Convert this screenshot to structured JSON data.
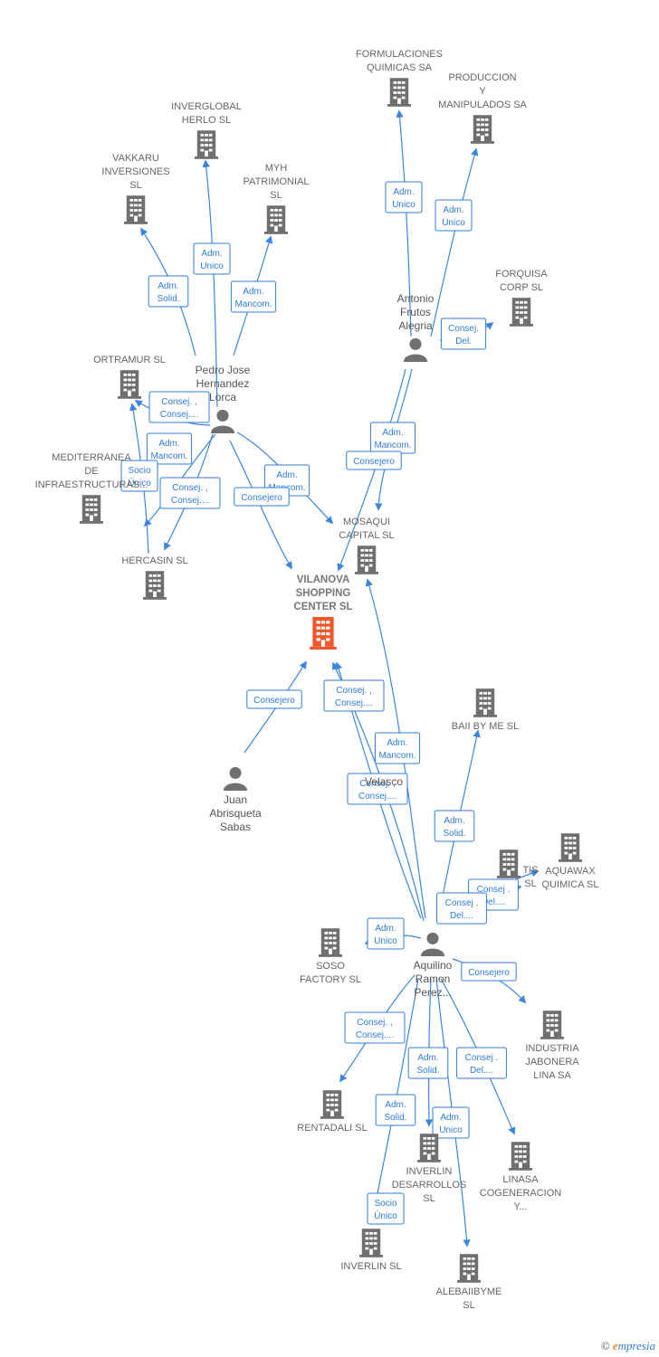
{
  "colors": {
    "company": "#6f6f6f",
    "main_company": "#f0572a",
    "person": "#707070",
    "edge": "#3b86dc"
  },
  "companies": [
    {
      "id": "vilanova",
      "lines": [
        "VILANOVA",
        "SHOPPING",
        "CENTER  SL"
      ],
      "main": true
    },
    {
      "id": "formulaciones",
      "lines": [
        "FORMULACIONES",
        "QUIMICAS SA"
      ]
    },
    {
      "id": "produccion",
      "lines": [
        "PRODUCCION",
        "Y",
        "MANIPULADOS SA"
      ]
    },
    {
      "id": "inverglobal",
      "lines": [
        "INVERGLOBAL",
        "HERLO  SL"
      ]
    },
    {
      "id": "vakkaru",
      "lines": [
        "VAKKARU",
        "INVERSIONES",
        "SL"
      ]
    },
    {
      "id": "myh",
      "lines": [
        "MYH",
        "PATRIMONIAL",
        "SL"
      ]
    },
    {
      "id": "forquisa",
      "lines": [
        "FORQUISA",
        "CORP  SL"
      ]
    },
    {
      "id": "ortramur",
      "lines": [
        "ORTRAMUR  SL"
      ]
    },
    {
      "id": "mediterranea",
      "lines": [
        "MEDITERRANEA",
        "DE",
        "INFRAESTRUCTURAS..."
      ]
    },
    {
      "id": "hercasin",
      "lines": [
        "HERCASIN  SL"
      ]
    },
    {
      "id": "mosaqui",
      "lines": [
        "MOSAQUI",
        "CAPITAL  SL"
      ]
    },
    {
      "id": "baii",
      "lines": [
        "BAII BY ME  SL"
      ]
    },
    {
      "id": "aquawax",
      "lines": [
        "AQUAWAX",
        "QUIMICA SL"
      ]
    },
    {
      "id": "partial",
      "lines": [
        "TIS",
        "SL"
      ]
    },
    {
      "id": "soso",
      "lines": [
        "SOSO",
        "FACTORY  SL"
      ]
    },
    {
      "id": "industria",
      "lines": [
        "INDUSTRIA",
        "JABONERA",
        "LINA SA"
      ]
    },
    {
      "id": "rentadali",
      "lines": [
        "RENTADALI  SL"
      ]
    },
    {
      "id": "inverlin_des",
      "lines": [
        "INVERLIN",
        "DESARROLLOS",
        "SL"
      ]
    },
    {
      "id": "linasa",
      "lines": [
        "LINASA",
        "COGENERACION",
        "Y..."
      ]
    },
    {
      "id": "inverlin",
      "lines": [
        "INVERLIN SL"
      ]
    },
    {
      "id": "alebaiibyme",
      "lines": [
        "ALEBAIIBYME",
        "SL"
      ]
    }
  ],
  "persons": [
    {
      "id": "antonio",
      "lines": [
        "Antonio",
        "Frutos",
        "Alegria"
      ]
    },
    {
      "id": "pedro",
      "lines": [
        "Pedro Jose",
        "Hernandez",
        "Lorca"
      ]
    },
    {
      "id": "juan",
      "lines": [
        "Juan",
        "Abrisqueta",
        "Sabas"
      ]
    },
    {
      "id": "velasco",
      "lines": [
        "Velasco"
      ]
    },
    {
      "id": "aquilino",
      "lines": [
        "Aquilino",
        "Ramon",
        "Perez..."
      ]
    }
  ],
  "edge_labels": [
    {
      "id": "l1",
      "lines": [
        "Adm.",
        "Unico"
      ]
    },
    {
      "id": "l2",
      "lines": [
        "Adm.",
        "Unico"
      ]
    },
    {
      "id": "l3",
      "lines": [
        "Consej.",
        "Del."
      ]
    },
    {
      "id": "l4",
      "lines": [
        "Adm.",
        "Mancom."
      ]
    },
    {
      "id": "l5",
      "lines": [
        "Consejero"
      ]
    },
    {
      "id": "l6",
      "lines": [
        "Adm.",
        "Unico"
      ]
    },
    {
      "id": "l7",
      "lines": [
        "Adm.",
        "Solid."
      ]
    },
    {
      "id": "l8",
      "lines": [
        "Adm.",
        "Mancom."
      ]
    },
    {
      "id": "l9",
      "lines": [
        "Consej. ,",
        "Consej...."
      ]
    },
    {
      "id": "l10",
      "lines": [
        "Adm.",
        "Mancom."
      ]
    },
    {
      "id": "l11",
      "lines": [
        "Socio",
        "Único"
      ]
    },
    {
      "id": "l12",
      "lines": [
        "Consej. ,",
        "Consej...."
      ]
    },
    {
      "id": "l13",
      "lines": [
        "Adm.",
        "Mancom."
      ]
    },
    {
      "id": "l14",
      "lines": [
        "Consejero"
      ]
    },
    {
      "id": "l15",
      "lines": [
        "Consejero"
      ]
    },
    {
      "id": "l16",
      "lines": [
        "Consej. ,",
        "Consej...."
      ]
    },
    {
      "id": "l17",
      "lines": [
        "Adm.",
        "Mancom."
      ]
    },
    {
      "id": "l18",
      "lines": [
        "Consej. ,",
        "Consej...."
      ]
    },
    {
      "id": "l19",
      "lines": [
        "Adm.",
        "Solid."
      ]
    },
    {
      "id": "l20",
      "lines": [
        "Consej .",
        "Del...."
      ]
    },
    {
      "id": "l21",
      "lines": [
        "Consej .",
        "Del...."
      ]
    },
    {
      "id": "l22",
      "lines": [
        "Adm.",
        "Unico"
      ]
    },
    {
      "id": "l23",
      "lines": [
        "Consejero"
      ]
    },
    {
      "id": "l24",
      "lines": [
        "Consej. ,",
        "Consej...."
      ]
    },
    {
      "id": "l25",
      "lines": [
        "Adm.",
        "Solid."
      ]
    },
    {
      "id": "l26",
      "lines": [
        "Consej .",
        "Del...."
      ]
    },
    {
      "id": "l27",
      "lines": [
        "Adm.",
        "Solid."
      ]
    },
    {
      "id": "l28",
      "lines": [
        "Adm.",
        "Unico"
      ]
    },
    {
      "id": "l29",
      "lines": [
        "Socio",
        "Único"
      ]
    }
  ],
  "footer": {
    "copyright": "©",
    "brand_e": "e",
    "brand_rest": "mpresia"
  }
}
